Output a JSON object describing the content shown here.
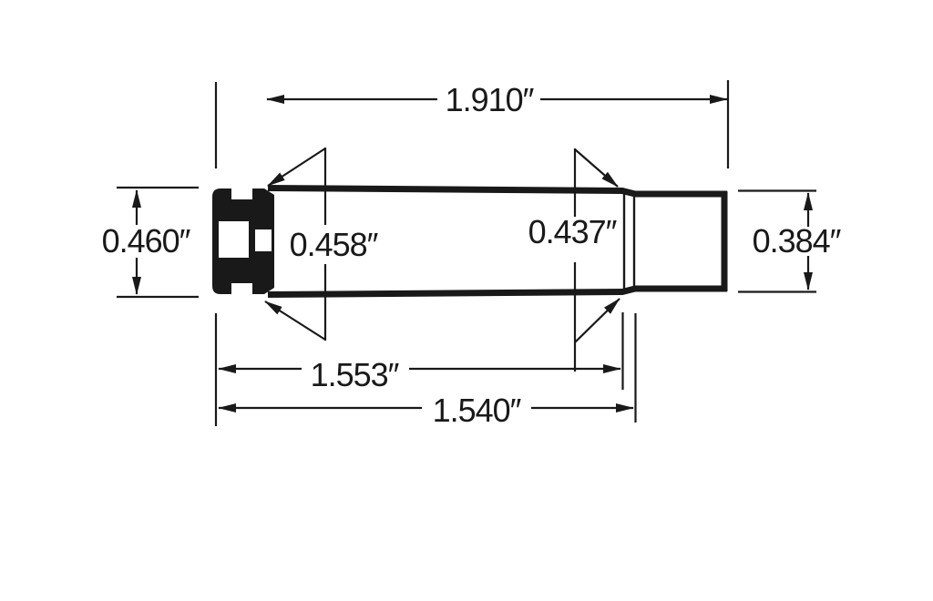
{
  "page": {
    "background": "#ffffff",
    "ink": "#191919"
  },
  "diagram": {
    "kind": "cartridge-case-dimension-drawing",
    "dimensions": {
      "overall_length": "1.910″",
      "rim_diameter": "0.460″",
      "base_diameter": "0.458″",
      "shoulder_diameter": "0.437″",
      "neck_diameter": "0.384″",
      "length_to_shoulder": "1.553″",
      "length_to_neck": "1.540″"
    }
  }
}
